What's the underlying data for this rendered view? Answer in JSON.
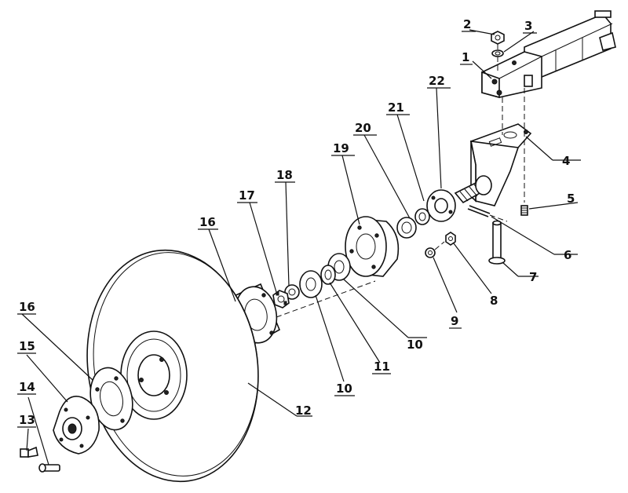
{
  "labels": {
    "l1": "1",
    "l2": "2",
    "l3": "3",
    "l4": "4",
    "l5": "5",
    "l6": "6",
    "l7": "7",
    "l8": "8",
    "l9": "9",
    "l10a": "10",
    "l10b": "10",
    "l11": "11",
    "l12": "12",
    "l13": "13",
    "l14": "14",
    "l15": "15",
    "l16a": "16",
    "l16b": "16",
    "l17": "17",
    "l18": "18",
    "l19": "19",
    "l20": "20",
    "l21": "21",
    "l22": "22"
  }
}
